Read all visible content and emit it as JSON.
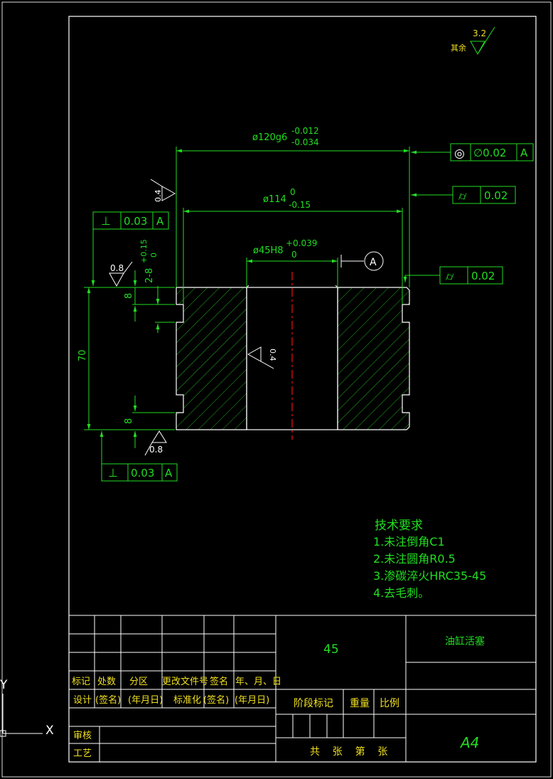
{
  "roughness": {
    "rest_label": "其余",
    "rest_value": "3.2"
  },
  "dims": {
    "outer_diameter": "ø120g6",
    "outer_tol_upper": "-0.012",
    "outer_tol_lower": "-0.034",
    "groove_diameter": "ø114",
    "groove_tol_upper": "0",
    "groove_tol_lower": "-0.15",
    "bore_diameter": "ø45H8",
    "bore_tol_upper": "+0.039",
    "bore_tol_lower": "0",
    "groove_width": "2-8",
    "groove_width_tol_upper": "+0.15",
    "groove_width_tol_lower": "0",
    "height": "70",
    "groove_pos_top": "8",
    "groove_pos_bottom": "8",
    "rough_outer": "0.4",
    "rough_bore": "0.4",
    "rough_top": "0.8",
    "rough_bottom": "0.8"
  },
  "gdt": {
    "coaxiality": {
      "symbol": "◎",
      "value": "∅0.02",
      "datum": "A"
    },
    "cyl_outer": {
      "symbol": "⌭",
      "value": "0.02"
    },
    "cyl_bore": {
      "symbol": "⌭",
      "value": "0.02"
    },
    "perp_top": {
      "symbol": "⊥",
      "value": "0.03",
      "datum": "A"
    },
    "perp_bottom": {
      "symbol": "⊥",
      "value": "0.03",
      "datum": "A"
    },
    "datum_label": "A"
  },
  "tech": {
    "title": "技术要求",
    "items": [
      "1.未注倒角C1",
      "2.未注圆角R0.5",
      "3.渗碳淬火HRC35-45",
      "4.去毛刺。"
    ]
  },
  "title_block": {
    "material": "45",
    "part_name": "油缸活塞",
    "sheet_size": "A4",
    "rev_headers": [
      "标记",
      "处数",
      "分区",
      "更改文件号",
      "签名",
      "年、月、日"
    ],
    "design_row": [
      "设计",
      "(签名)",
      "(年月日)",
      "标准化",
      "(签名)",
      "(年月日)"
    ],
    "review": "审核",
    "process": "工艺",
    "stage_mark": "阶段标记",
    "weight": "重量",
    "scale": "比例",
    "sheets": "共    张    第    张"
  },
  "ucs": {
    "x": "X",
    "y": "Y"
  }
}
